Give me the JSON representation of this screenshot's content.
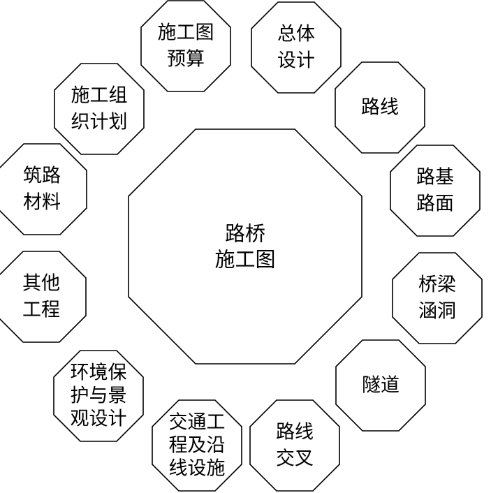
{
  "center": {
    "lines": [
      "路桥",
      "施工图"
    ]
  },
  "satellites": [
    {
      "id": "general-design",
      "lines": [
        "总体",
        "设计"
      ]
    },
    {
      "id": "route",
      "lines": [
        "路线"
      ]
    },
    {
      "id": "subgrade-pavement",
      "lines": [
        "路基",
        "路面"
      ]
    },
    {
      "id": "bridge-culvert",
      "lines": [
        "桥梁",
        "涵洞"
      ]
    },
    {
      "id": "tunnel",
      "lines": [
        "隧道"
      ]
    },
    {
      "id": "route-intersection",
      "lines": [
        "路线",
        "交叉"
      ]
    },
    {
      "id": "traffic-engineering",
      "lines": [
        "交通工",
        "程及沿",
        "线设施"
      ]
    },
    {
      "id": "environment-landscape",
      "lines": [
        "环境保",
        "护与景",
        "观设计"
      ]
    },
    {
      "id": "other-engineering",
      "lines": [
        "其他",
        "工程"
      ]
    },
    {
      "id": "road-materials",
      "lines": [
        "筑路",
        "材料"
      ]
    },
    {
      "id": "construction-plan",
      "lines": [
        "施工组",
        "织计划"
      ]
    },
    {
      "id": "construction-budget",
      "lines": [
        "施工图",
        "预算"
      ]
    }
  ]
}
